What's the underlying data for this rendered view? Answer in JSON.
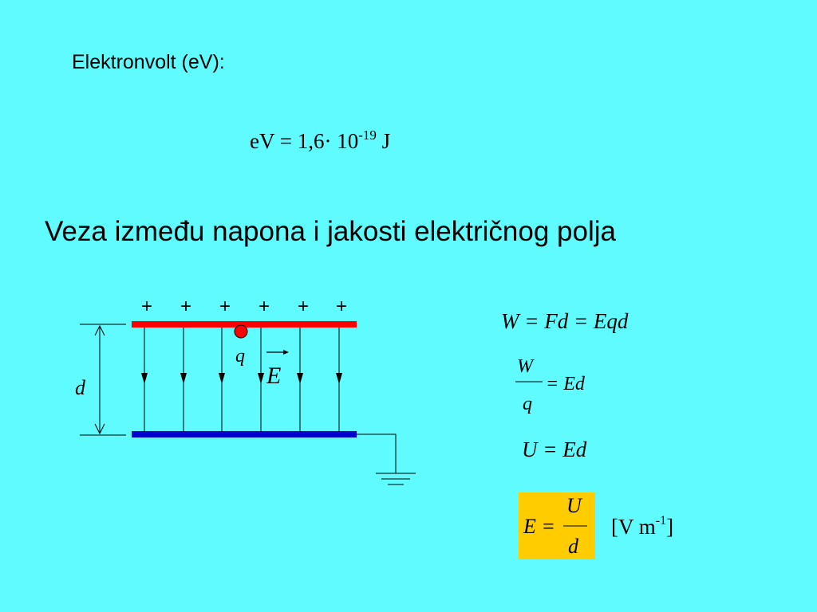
{
  "slide": {
    "heading_ev": "Elektronvolt (eV):",
    "ev_formula": {
      "base": "eV = 1,6· 10",
      "exponent": "-19",
      "unit": " J"
    },
    "main_heading": "Veza između napona i jakosti električnog polja",
    "equations": {
      "eq1": "W = Fd = Eqd",
      "eq2": {
        "numerator": "W",
        "denominator": "q",
        "rhs": "= Ed"
      },
      "eq3": "U = Ed",
      "boxed": {
        "lhs": "E =",
        "numerator": "U",
        "denominator": "d"
      },
      "unit": {
        "base": "[V m",
        "exponent": "-1",
        "close": "]"
      }
    },
    "diagram": {
      "plus_signs": [
        "+",
        "+",
        "+",
        "+",
        "+",
        "+"
      ],
      "charge_label": "q",
      "field_label": "E",
      "distance_label": "d"
    },
    "colors": {
      "background": "#5FFBFF",
      "positive_plate": "#FF0000",
      "negative_plate": "#0000CC",
      "charge": "#FF0000",
      "highlight_box": "#FFCC00"
    }
  }
}
